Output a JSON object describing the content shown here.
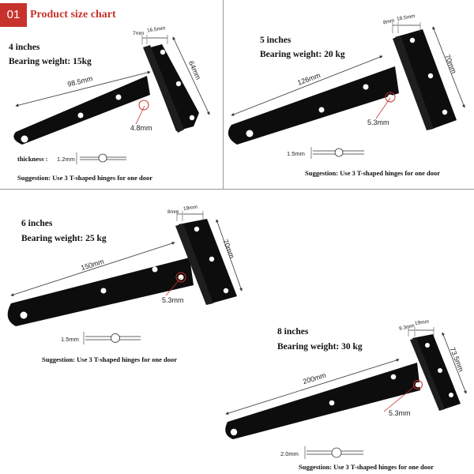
{
  "header": {
    "badge": "01",
    "title": "Product size chart"
  },
  "panels": [
    {
      "size": "4 inches",
      "weight": "Bearing weight: 15kg",
      "length": "98.5mm",
      "height": "64mm",
      "width_a": "7mm",
      "width_b": "16.5mm",
      "hole": "4.8mm",
      "thickness_label": "thickness :",
      "thickness": "1.2mm",
      "suggestion": "Suggestion: Use 3 T-shaped hinges for one door"
    },
    {
      "size": "5 inches",
      "weight": "Bearing weight: 20 kg",
      "length": "126mm",
      "height": "70mm",
      "width_a": "8mm",
      "width_b": "18.5mm",
      "hole": "5.3mm",
      "thickness": "1.5mm",
      "suggestion": "Suggestion: Use 3 T-shaped hinges for one door"
    },
    {
      "size": "6 inches",
      "weight": "Bearing weight: 25 kg",
      "length": "150mm",
      "height": "70mm",
      "width_a": "8mm",
      "width_b": "19mm",
      "hole": "5.3mm",
      "thickness": "1.5mm",
      "suggestion": "Suggestion: Use 3 T-shaped hinges for one door"
    },
    {
      "size": "8 inches",
      "weight": "Bearing weight: 30 kg",
      "length": "200mm",
      "height": "73.5mm",
      "width_a": "9.3mm",
      "width_b": "19mm",
      "hole": "5.3mm",
      "thickness": "2.0mm",
      "suggestion": "Suggestion: Use 3 T-shaped hinges for one door"
    }
  ],
  "colors": {
    "accent": "#c8322c",
    "hinge": "#0d0d0d",
    "dimension_line": "#333333"
  }
}
